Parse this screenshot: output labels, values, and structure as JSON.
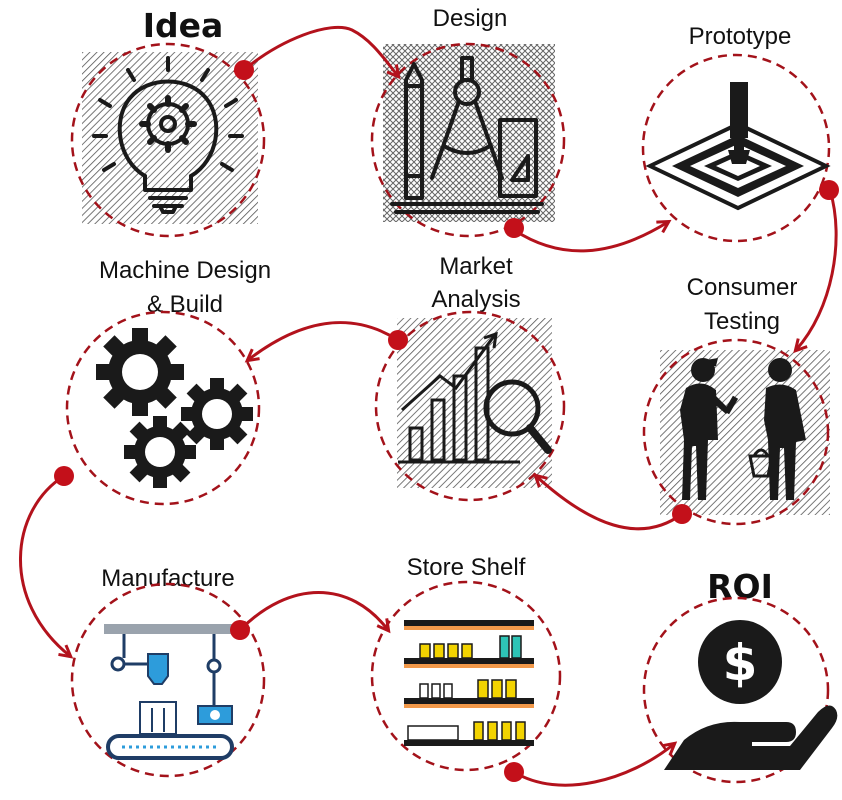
{
  "steps": {
    "idea": {
      "label": "Idea",
      "icon": "lightbulb-gear-icon"
    },
    "design": {
      "label": "Design",
      "icon": "drafting-compass-icon"
    },
    "prototype": {
      "label": "Prototype",
      "icon": "3d-printer-icon"
    },
    "market": {
      "label_line1": "Market",
      "label_line2": "Analysis",
      "icon": "growth-chart-magnifier-icon"
    },
    "consumer": {
      "label_line1": "Consumer",
      "label_line2": "Testing",
      "icon": "shoppers-icon"
    },
    "machine": {
      "label_line1": "Machine Design",
      "label_line2": "& Build",
      "icon": "gears-icon"
    },
    "manufacture": {
      "label": "Manufacture",
      "icon": "assembly-line-icon"
    },
    "store": {
      "label": "Store Shelf",
      "icon": "store-shelves-icon"
    },
    "roi": {
      "label": "ROI",
      "icon": "hand-dollar-coin-icon"
    }
  },
  "colors": {
    "accent": "#b3121c",
    "ink": "#1a1a1a"
  }
}
